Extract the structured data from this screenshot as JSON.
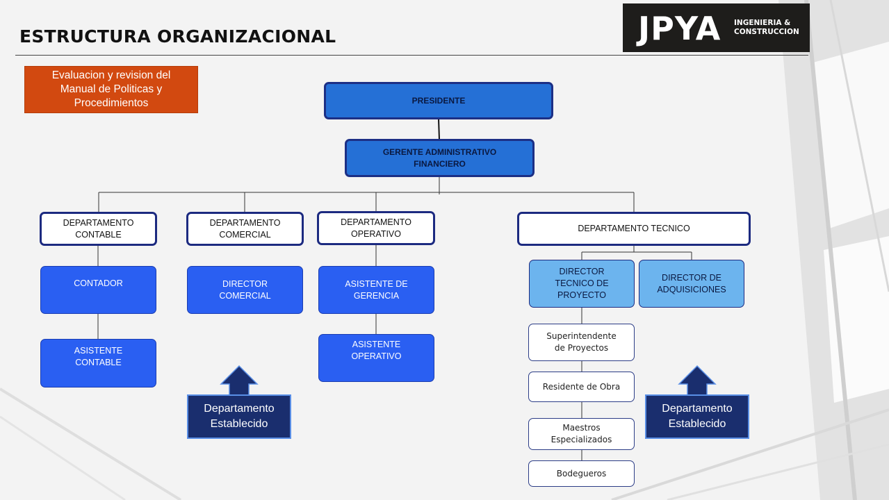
{
  "title": "ESTRUCTURA ORGANIZACIONAL",
  "logo": {
    "main": "JPYA",
    "sub_line1": "INGENIERIA &",
    "sub_line2": "CONSTRUCCION"
  },
  "note": {
    "line1": "Evaluacion y revision del",
    "line2": "Manual de Politicas y",
    "line3": "Procedimientos"
  },
  "chart": {
    "president": "PRESIDENTE",
    "gerente": {
      "line1": "GERENTE ADMINISTRATIVO",
      "line2": "FINANCIERO"
    },
    "departments": {
      "contable": {
        "line1": "DEPARTAMENTO",
        "line2": "CONTABLE"
      },
      "comercial": {
        "line1": "DEPARTAMENTO",
        "line2": "COMERCIAL"
      },
      "operativo": {
        "line1": "DEPARTAMENTO",
        "line2": "OPERATIVO"
      },
      "tecnico": "DEPARTAMENTO TECNICO"
    },
    "contador": "CONTADOR",
    "asistente_contable": {
      "line1": "ASISTENTE",
      "line2": "CONTABLE"
    },
    "director_comercial": {
      "line1": "DIRECTOR",
      "line2": "COMERCIAL"
    },
    "asistente_gerencia": {
      "line1": "ASISTENTE DE",
      "line2": "GERENCIA"
    },
    "asistente_operativo": {
      "line1": "ASISTENTE",
      "line2": "OPERATIVO"
    },
    "director_tecnico": {
      "line1": "DIRECTOR",
      "line2": "TECNICO DE",
      "line3": "PROYECTO"
    },
    "director_adquisiciones": {
      "line1": "DIRECTOR DE",
      "line2": "ADQUISICIONES"
    },
    "superintendente": {
      "line1": "Superintendente",
      "line2": "de Proyectos"
    },
    "residente": "Residente de Obra",
    "maestros": {
      "line1": "Maestros",
      "line2": "Especializados"
    },
    "bodegueros": "Bodegueros"
  },
  "callouts": {
    "left": {
      "line1": "Departamento",
      "line2": "Establecido"
    },
    "right": {
      "line1": "Departamento",
      "line2": "Establecido"
    }
  },
  "colors": {
    "dark_blue_box": "#2570d6",
    "medium_blue_box": "#2a5ff2",
    "light_blue_box": "#6cb4ee",
    "border_navy": "#1c2a80",
    "note_orange": "#d24910",
    "callout_navy": "#1a2e6e"
  }
}
